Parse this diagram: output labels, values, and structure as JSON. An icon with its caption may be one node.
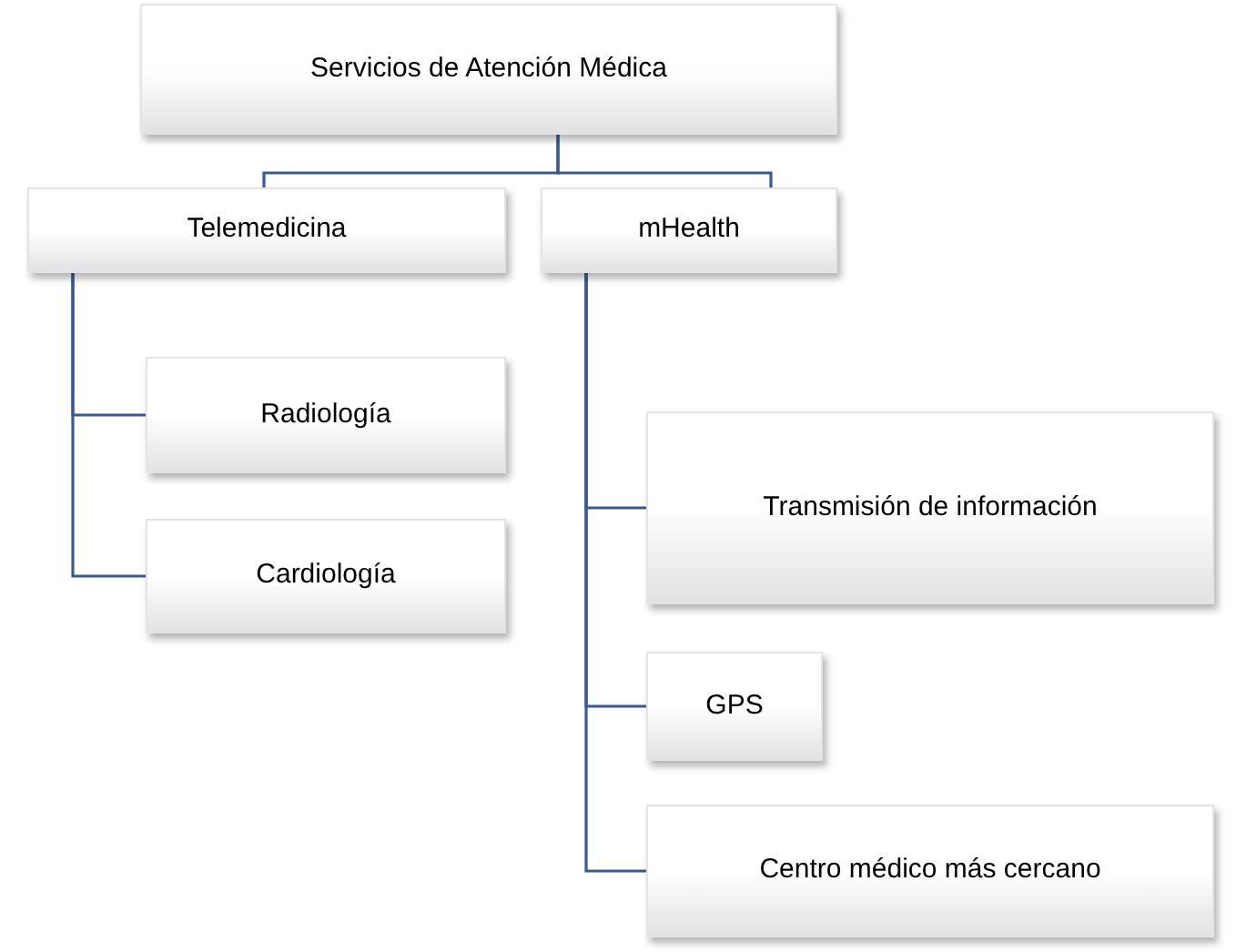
{
  "diagram": {
    "nodes": [
      {
        "text": [
          "Servicios de Atención Médica"
        ]
      },
      {
        "text": [
          "Telemedicina"
        ]
      },
      {
        "text": [
          "mHealth"
        ]
      },
      {
        "text": [
          "Radiología"
        ]
      },
      {
        "text": [
          "Cardiología"
        ]
      },
      {
        "text": [
          "Transmisión de información"
        ]
      },
      {
        "text": [
          "GPS"
        ]
      },
      {
        "text": [
          "Centro médico más cercano"
        ]
      }
    ],
    "edges": [
      {
        "from": 0,
        "to": 1,
        "arrow": "none"
      },
      {
        "from": 0,
        "to": 2,
        "arrow": "none"
      },
      {
        "from": 1,
        "to": 3,
        "arrow": "none"
      },
      {
        "from": 1,
        "to": 4,
        "arrow": "none"
      },
      {
        "from": 2,
        "to": 5,
        "arrow": "none"
      },
      {
        "from": 2,
        "to": 6,
        "arrow": "none"
      },
      {
        "from": 2,
        "to": 7,
        "arrow": "none"
      }
    ]
  }
}
